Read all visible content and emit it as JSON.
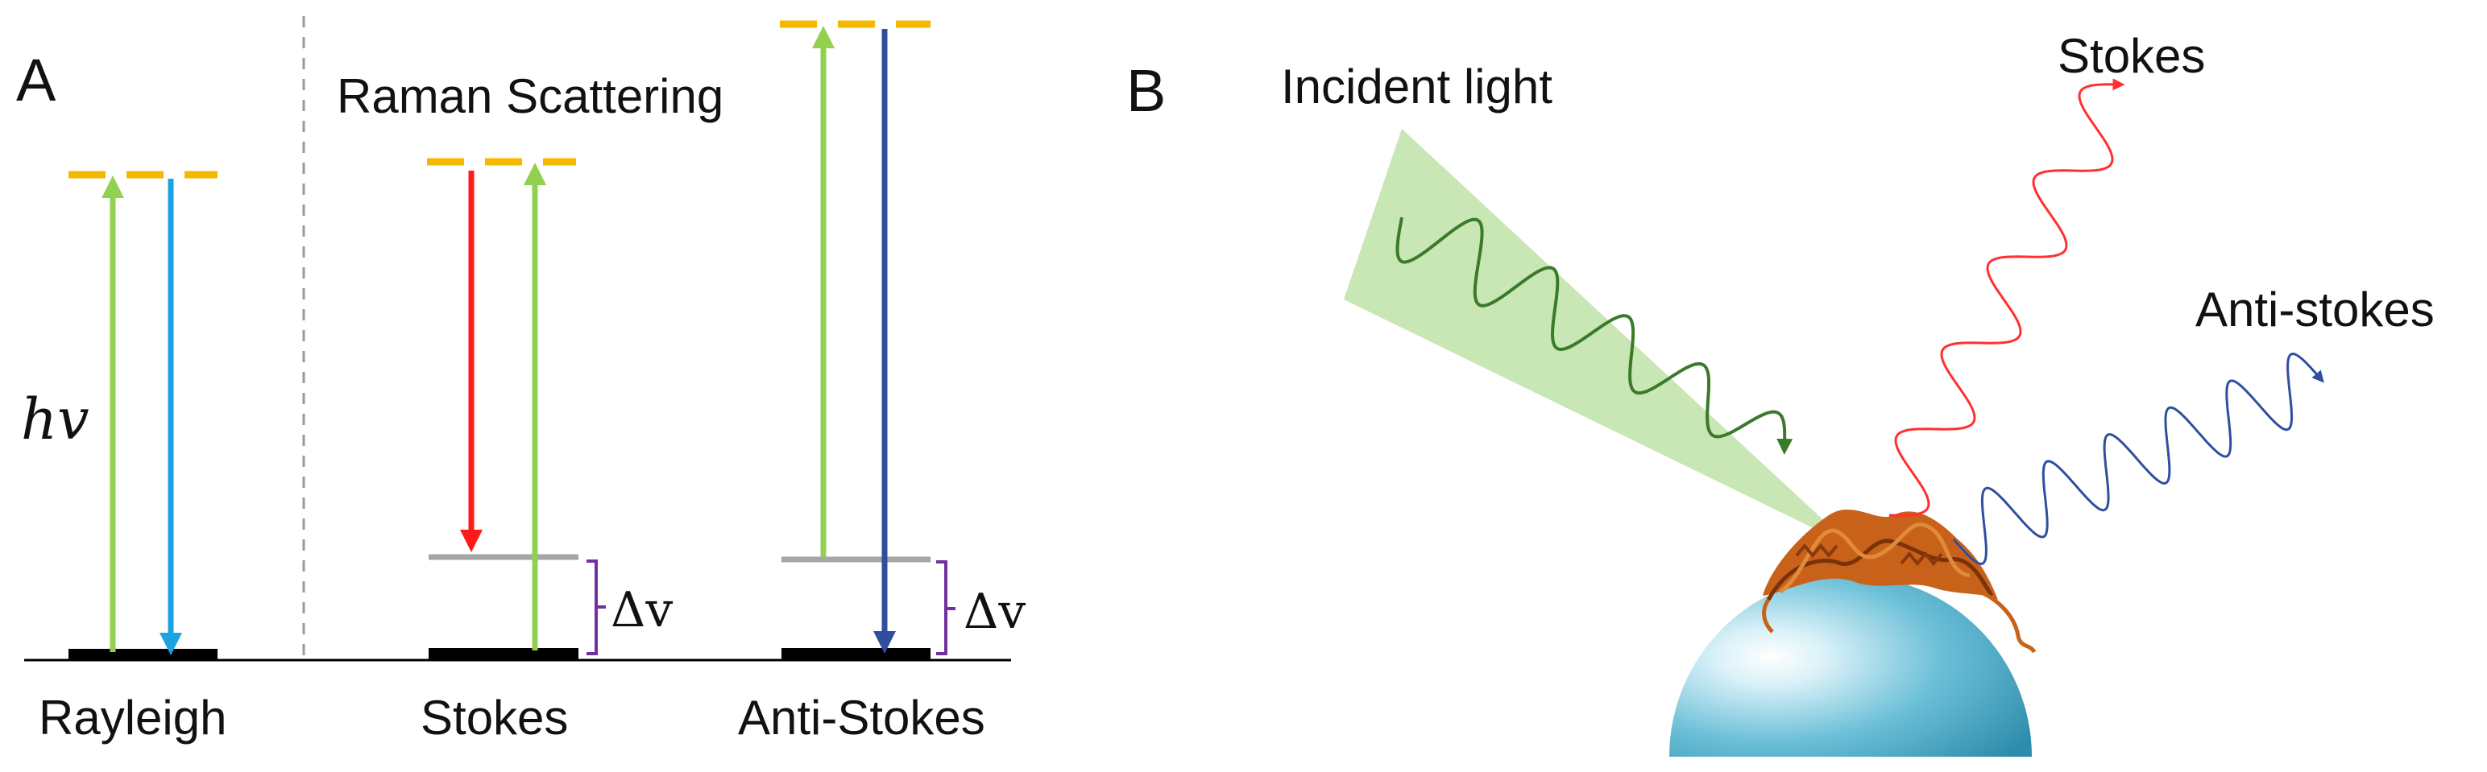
{
  "panel_a": {
    "label": "A",
    "title": "Raman Scattering",
    "energy_label": "hv",
    "shift_label": "Δv",
    "columns": {
      "rayleigh": "Rayleigh",
      "stokes": "Stokes",
      "anti_stokes": "Anti-Stokes"
    }
  },
  "panel_b": {
    "label": "B",
    "incident": "Incident light",
    "stokes": "Stokes",
    "anti_stokes": "Anti-stokes"
  },
  "colors": {
    "virtual_level": "#f5b800",
    "ground_level": "#000000",
    "vibrational_level": "#a6a6a6",
    "excitation": "#92d050",
    "rayleigh_emission": "#1aa3e0",
    "stokes_emission": "#ff1a1a",
    "anti_stokes_emission": "#2f4f9e",
    "bracket": "#7030a0",
    "cone": "#bfe3a8",
    "protein": "#c8621a",
    "sphere": "#5fb6cf"
  }
}
